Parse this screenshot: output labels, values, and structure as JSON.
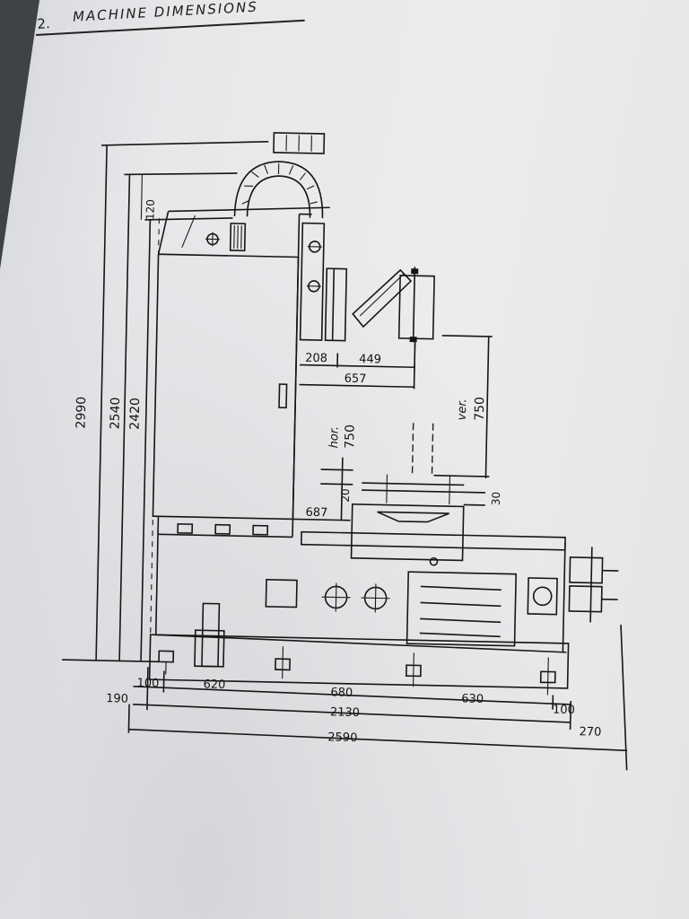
{
  "header": {
    "section_number": "2.",
    "section_title": "MACHINE DIMENSIONS"
  },
  "drawing": {
    "heights": {
      "total": "2990",
      "mid": "2540",
      "body": "2420",
      "top": "120"
    },
    "spindle": {
      "offset": "208",
      "reach": "449",
      "total": "657"
    },
    "table_travel": {
      "horizontal_label": "hor.",
      "horizontal": "750",
      "vertical_label": "ver.",
      "vertical": "750"
    },
    "small": {
      "left_gap": "20",
      "right_gap": "30",
      "table_offset": "687"
    },
    "base": {
      "d1": "100",
      "d2": "620",
      "d3": "680",
      "d4": "630",
      "d5": "100",
      "left_offset": "190",
      "right_offset": "270",
      "bed": "2130",
      "overall": "2590"
    }
  }
}
